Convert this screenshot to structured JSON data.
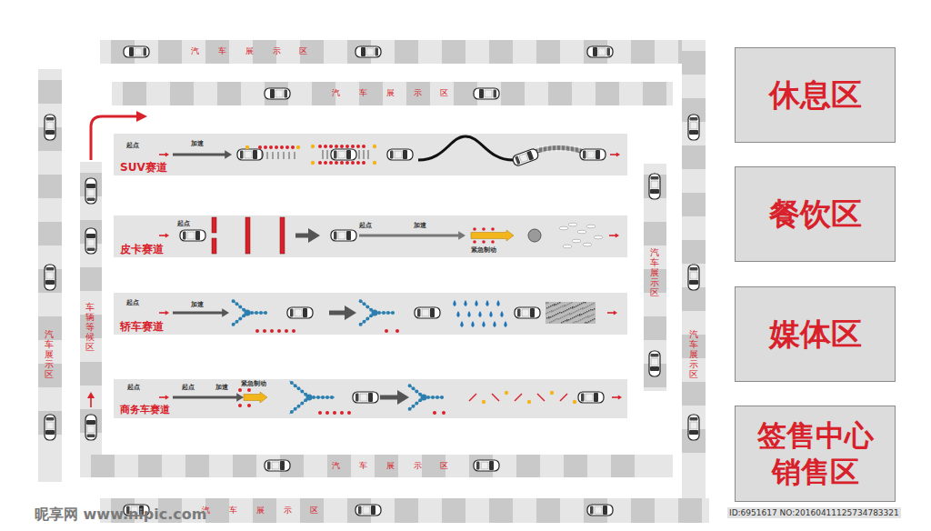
{
  "diagram": {
    "nodes": [
      {
        "text": [
          "汽 车 展 示 区"
        ]
      },
      {
        "text": [
          "汽 车 展 示 区"
        ]
      },
      {
        "text": [
          "汽车展示区"
        ]
      },
      {
        "text": [
          "车辆等候区"
        ]
      },
      {
        "text": [
          "SUV赛道",
          "起点",
          "加速"
        ]
      },
      {
        "text": [
          "皮卡赛道",
          "起点",
          "起点",
          "加速",
          "紧急制动"
        ]
      },
      {
        "text": [
          "轿车赛道",
          "起点",
          "加速"
        ]
      },
      {
        "text": [
          "商务车赛道",
          "起点",
          "起点",
          "加速",
          "紧急制动"
        ]
      },
      {
        "text": [
          "汽车展示区"
        ]
      },
      {
        "text": [
          "汽车展示区"
        ]
      },
      {
        "text": [
          "汽 车 展 示 区"
        ]
      },
      {
        "text": [
          "汽 车 展 示 区"
        ]
      },
      {
        "text": [
          "休息区"
        ]
      },
      {
        "text": [
          "餐饮区"
        ]
      },
      {
        "text": [
          "媒体区"
        ]
      },
      {
        "text": [
          "签售中心 销售区"
        ]
      }
    ],
    "labels": [
      "昵享网 www.nipic.com",
      "ID:6951617 NO:20160411125734783321"
    ]
  }
}
